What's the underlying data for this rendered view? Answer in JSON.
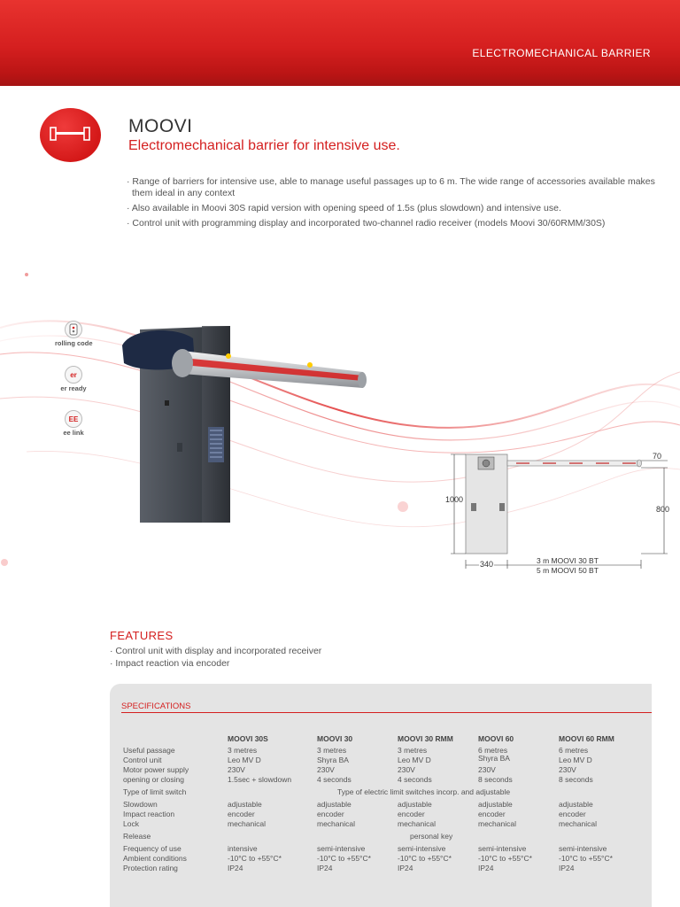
{
  "header": {
    "category": "ELECTROMECHANICAL BARRIER"
  },
  "product": {
    "title": "MOOVI",
    "subtitle": "Electromechanical barrier for intensive use.",
    "bullets": [
      "Range of barriers for intensive use, able to manage useful passages up to 6 m. The wide range of accessories available makes them ideal in any context",
      "Also available in Moovi 30S rapid version with opening speed of 1.5s (plus slowdown) and intensive use.",
      "Control unit with programming display and incorporated two-channel radio receiver (models Moovi 30/60RMM/30S)"
    ]
  },
  "badges": [
    {
      "icon": "remote-control-icon",
      "label": "rolling code"
    },
    {
      "icon": "er-icon",
      "symbol": "er",
      "label": "er ready"
    },
    {
      "icon": "ee-link-icon",
      "symbol": "EE",
      "label": "ee link"
    }
  ],
  "diagram": {
    "dim_width": "70",
    "dim_height_left": "1000",
    "dim_height_right": "800",
    "dim_base": "340",
    "boom_1": "3 m MOOVI 30 BT",
    "boom_2": "5 m MOOVI 50 BT"
  },
  "features": {
    "title": "FEATURES",
    "items": [
      "Control unit with display and incorporated receiver",
      "Impact reaction via encoder"
    ]
  },
  "specs": {
    "title": "SPECIFICATIONS",
    "columns": [
      "MOOVI 30S",
      "MOOVI 30",
      "MOOVI 30 RMM",
      "MOOVI 60",
      "MOOVI 60 RMM"
    ],
    "rows": {
      "useful_passage": {
        "label": "Useful passage",
        "values": [
          "3 metres",
          "3 metres",
          "3 metres",
          "6 metres",
          "6 metres"
        ]
      },
      "control_unit": {
        "label": "Control unit",
        "values": [
          "Leo MV D",
          "Shyra BA",
          "Leo MV D",
          "Shyra BA",
          "Leo MV D"
        ]
      },
      "power": {
        "label": "Motor power supply",
        "values": [
          "230V",
          "230V",
          "230V",
          "230V",
          "230V"
        ]
      },
      "opening": {
        "label": "opening or closing",
        "values": [
          "1.5sec + slowdown",
          "4 seconds",
          "4 seconds",
          "8 seconds",
          "8 seconds"
        ]
      },
      "limit_switch": {
        "label": "Type of limit switch",
        "span_value": "Type of electric limit switches incorp. and adjustable"
      },
      "slowdown": {
        "label": "Slowdown",
        "values": [
          "adjustable",
          "adjustable",
          "adjustable",
          "adjustable",
          "adjustable"
        ]
      },
      "impact": {
        "label": "Impact reaction",
        "values": [
          "encoder",
          "encoder",
          "encoder",
          "encoder",
          "encoder"
        ]
      },
      "lock": {
        "label": "Lock",
        "values": [
          "mechanical",
          "mechanical",
          "mechanical",
          "mechanical",
          "mechanical"
        ]
      },
      "release": {
        "label": "Release",
        "span_value": "personal key"
      },
      "frequency": {
        "label": "Frequency of use",
        "values": [
          "intensive",
          "semi-intensive",
          "semi-intensive",
          "semi-intensive",
          "semi-intensive"
        ]
      },
      "ambient": {
        "label": "Ambient conditions",
        "values": [
          "-10°C to +55°C*",
          "-10°C to +55°C*",
          "-10°C to +55°C*",
          "-10°C to +55°C*",
          "-10°C to +55°C*"
        ]
      },
      "protection": {
        "label": "Protection rating",
        "values": [
          "IP24",
          "IP24",
          "IP24",
          "IP24",
          "IP24"
        ]
      }
    }
  }
}
